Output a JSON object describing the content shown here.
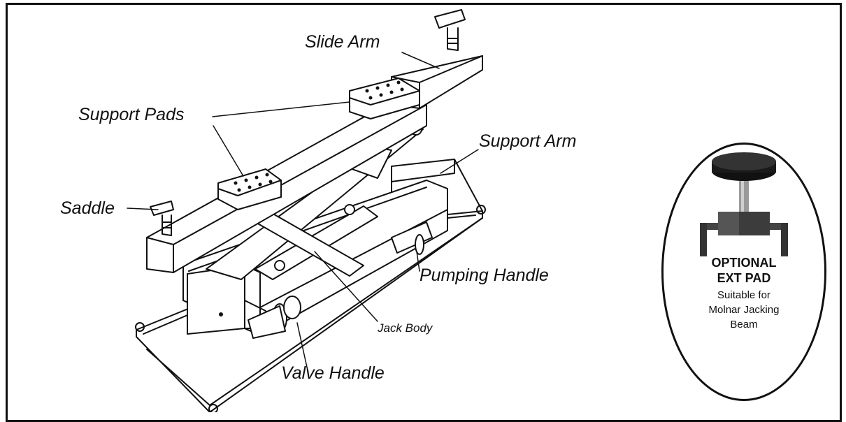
{
  "labels": {
    "slide_arm": "Slide Arm",
    "support_pads": "Support Pads",
    "support_arm": "Support Arm",
    "saddle": "Saddle",
    "pumping_handle": "Pumping Handle",
    "jack_body": "Jack Body",
    "valve_handle": "Valve Handle"
  },
  "optional_pad": {
    "title_line1": "OPTIONAL",
    "title_line2": "EXT PAD",
    "desc_line1": "Suitable for",
    "desc_line2": "Molnar Jacking",
    "desc_line3": "Beam"
  },
  "colors": {
    "ink": "#111111",
    "pad_top": "#1a1a1a",
    "pad_body": "#444444",
    "pad_stem": "#9a9a9a"
  }
}
